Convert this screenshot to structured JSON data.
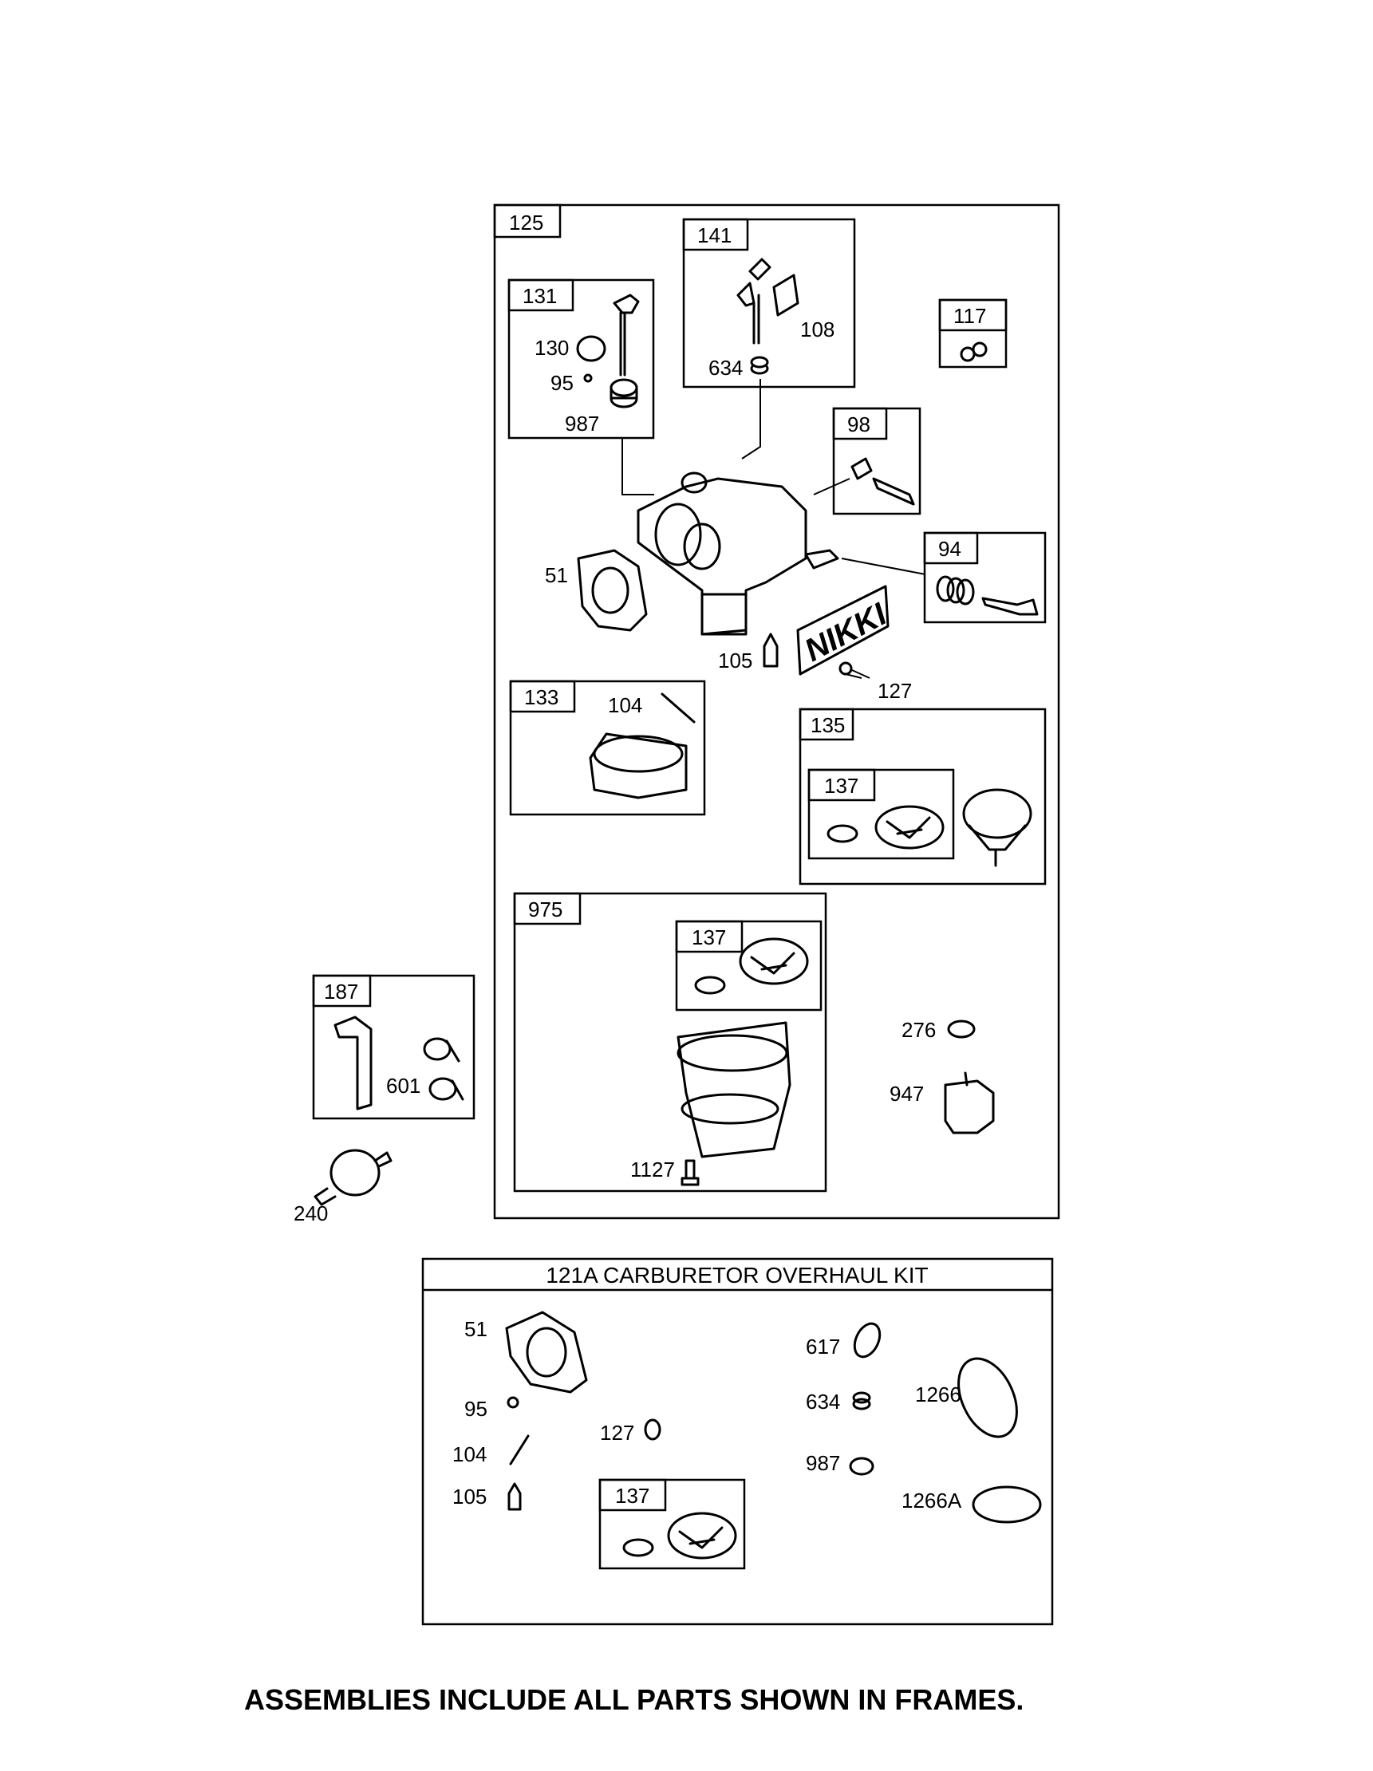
{
  "frames": {
    "f125": "125",
    "f131": "131",
    "f141": "141",
    "f117": "117",
    "f98": "98",
    "f94": "94",
    "f133": "133",
    "f135": "135",
    "f137a": "137",
    "f975": "975",
    "f137b": "137",
    "f187": "187",
    "f137c": "137"
  },
  "parts": {
    "p130": "130",
    "p95": "95",
    "p987": "987",
    "p108": "108",
    "p634": "634",
    "p51": "51",
    "p105": "105",
    "p127": "127",
    "p104": "104",
    "p276": "276",
    "p947": "947",
    "p1127": "1127",
    "p601": "601",
    "p240": "240"
  },
  "brand_label": "NIKKI",
  "kit": {
    "title": "121A CARBURETOR OVERHAUL KIT",
    "p51": "51",
    "p95": "95",
    "p104": "104",
    "p105": "105",
    "p127": "127",
    "p617": "617",
    "p634": "634",
    "p987": "987",
    "p1266": "1266",
    "p1266A": "1266A"
  },
  "footer": "ASSEMBLIES INCLUDE ALL PARTS SHOWN IN FRAMES."
}
